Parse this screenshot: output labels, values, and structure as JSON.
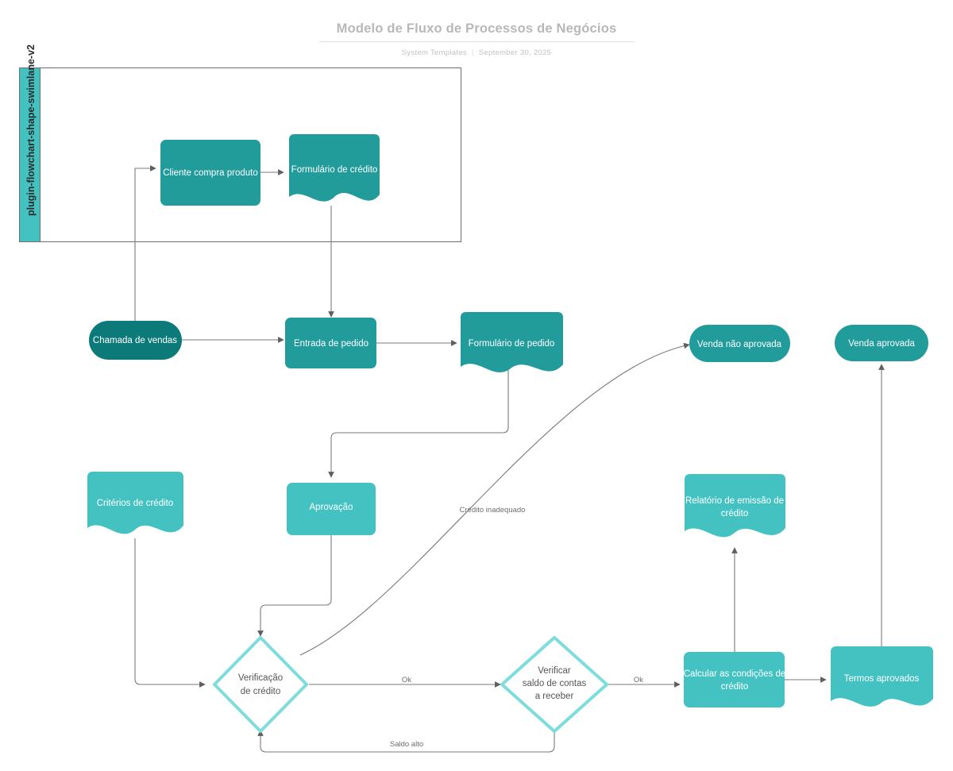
{
  "header": {
    "title": "Modelo de Fluxo de Processos de Negócios",
    "source": "System Templates",
    "separator": "|",
    "date": "September 30, 2025"
  },
  "colors": {
    "teal_dark": "#229b9b",
    "teal_light": "#44c2c2",
    "diamond_stroke": "#7fdcdc",
    "diamond_fill": "#ffffff",
    "edge": "#7a7a7a",
    "lane_border": "#6e6e6e",
    "title_gray": "#b8b8b8",
    "subtitle_gray": "#c2c2c2"
  },
  "swimlane": {
    "label": "plugin-flowchart-shape-swimlane-v2",
    "header_fill": "#44c2c2",
    "body_fill": "#ffffff"
  },
  "nodes": [
    {
      "id": "cliente_compra",
      "label": "Cliente compra produto",
      "shape": "process",
      "fill": "teal_dark"
    },
    {
      "id": "form_credito",
      "label": "Formulário de crédito",
      "shape": "document",
      "fill": "teal_dark"
    },
    {
      "id": "chamada_vendas",
      "label": "Chamada de vendas",
      "shape": "terminal",
      "fill": "teal_dark"
    },
    {
      "id": "entrada_pedido",
      "label": "Entrada de pedido",
      "shape": "process",
      "fill": "teal_dark"
    },
    {
      "id": "form_pedido",
      "label": "Formulário de pedido",
      "shape": "document",
      "fill": "teal_dark"
    },
    {
      "id": "venda_nao_aprov",
      "label": "Venda não aprovada",
      "shape": "terminal",
      "fill": "teal_dark"
    },
    {
      "id": "venda_aprovada",
      "label": "Venda aprovada",
      "shape": "terminal",
      "fill": "teal_dark"
    },
    {
      "id": "criterios",
      "label": "Critérios de crédito",
      "shape": "document",
      "fill": "teal_light"
    },
    {
      "id": "aprovacao",
      "label": "Aprovação",
      "shape": "process",
      "fill": "teal_light"
    },
    {
      "id": "relatorio",
      "label": "Relatório de emissão de crédito",
      "shape": "document",
      "fill": "teal_light",
      "lines": [
        "Relatório de emissão de",
        "crédito"
      ]
    },
    {
      "id": "verif_credito",
      "label": "Verificação de crédito",
      "shape": "decision",
      "fill": "white",
      "lines": [
        "Verificação",
        "de crédito"
      ]
    },
    {
      "id": "verif_saldo",
      "label": "Verificar saldo de contas a receber",
      "shape": "decision",
      "fill": "white",
      "lines": [
        "Verificar",
        "saldo de contas",
        "a receber"
      ]
    },
    {
      "id": "calcular_cond",
      "label": "Calcular as condições de crédito",
      "shape": "process",
      "fill": "teal_light",
      "lines": [
        "Calcular as condições de",
        "crédito"
      ]
    },
    {
      "id": "termos_aprovados",
      "label": "Termos aprovados",
      "shape": "document",
      "fill": "teal_light"
    }
  ],
  "edge_labels": {
    "credito_inadequado": "Crédito inadequado",
    "ok_1": "Ok",
    "ok_2": "Ok",
    "saldo_alto": "Saldo alto"
  }
}
